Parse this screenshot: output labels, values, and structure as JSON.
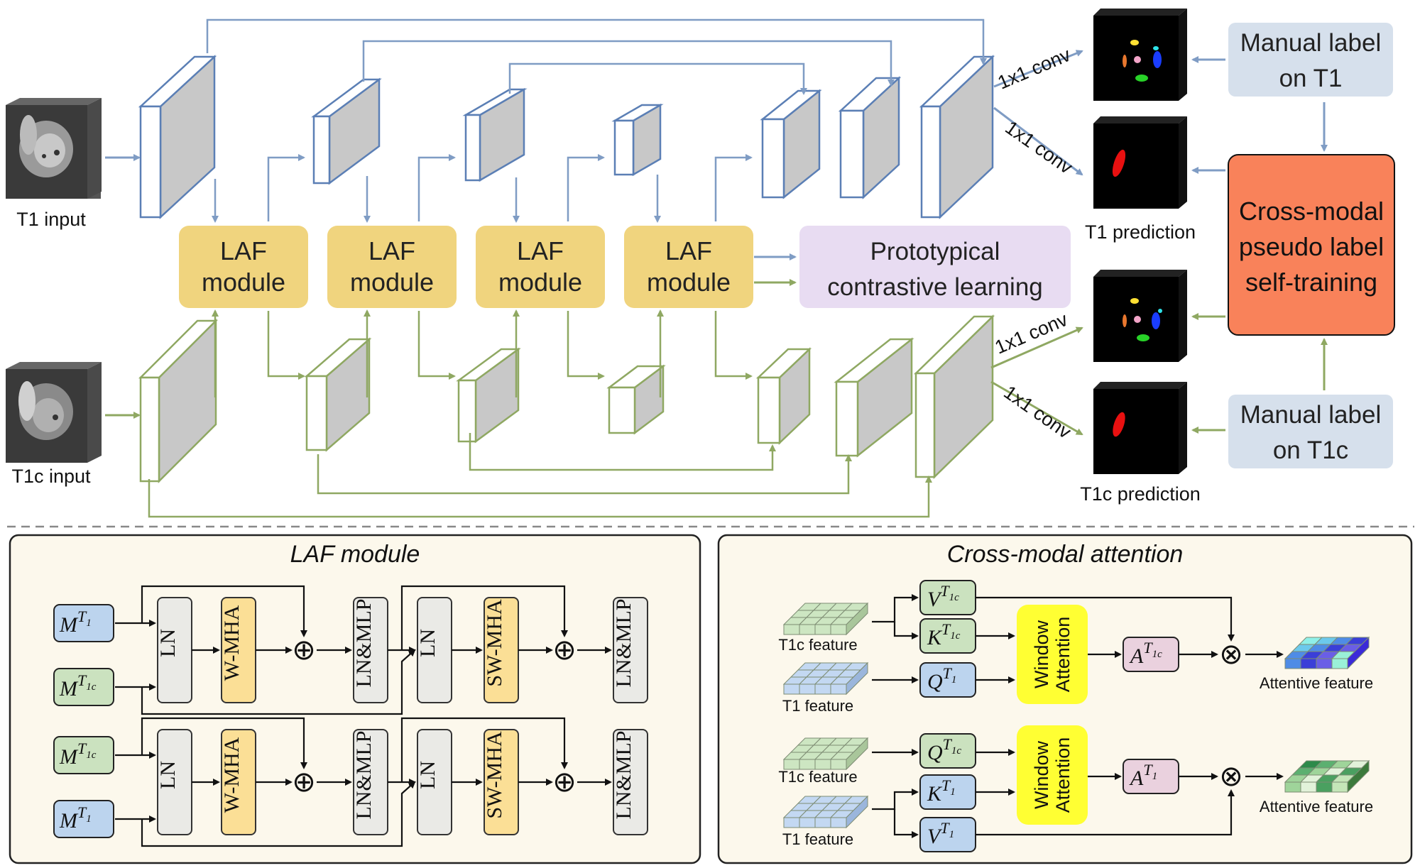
{
  "inputs": {
    "t1": "T1 input",
    "t1c": "T1c input"
  },
  "laf_blocks": [
    "LAF\nmodule",
    "LAF\nmodule",
    "LAF\nmodule",
    "LAF\nmodule"
  ],
  "laf_line1": "LAF",
  "laf_line2": "module",
  "proto": {
    "line1": "Prototypical",
    "line2": "contrastive learning"
  },
  "conv_labels": [
    "1x1 conv",
    "1x1 conv",
    "1x1 conv",
    "1x1 conv"
  ],
  "predictions": {
    "t1": "T1 prediction",
    "t1c": "T1c prediction"
  },
  "manual_t1": {
    "line1": "Manual label",
    "line2": "on T1"
  },
  "manual_t1c": {
    "line1": "Manual label",
    "line2": "on T1c"
  },
  "selftrain": {
    "line1": "Cross-modal",
    "line2": "pseudo label",
    "line3": "self-training"
  },
  "laf_panel": {
    "title": "LAF module",
    "m_t1": "M",
    "m_t1c": "M",
    "sup_t1": "T",
    "sub_1": "1",
    "sub_1c": "1c",
    "ln": "LN",
    "wmha": "W-MHA",
    "lnmlp": "LN&MLP",
    "swmha": "SW-MHA",
    "oplus": "⊕"
  },
  "attn_panel": {
    "title": "Cross-modal attention",
    "t1c_feature": "T1c feature",
    "t1_feature": "T1 feature",
    "window_attention_1": "Window",
    "window_attention_2": "Attention",
    "attentive_feature": "Attentive feature",
    "v": "V",
    "k": "K",
    "q": "Q",
    "a": "A",
    "otimes": "⊗"
  },
  "colors": {
    "blue_line": "#7f9cc4",
    "green_line": "#8fa862",
    "laf_fill": "#f0d47e",
    "proto_fill": "#e8dcf2",
    "manual_fill": "#d6e0ec",
    "selftrain_fill": "#f9825a",
    "panel_fill": "#fcf8ec",
    "m_t1_fill": "#bcd4ee",
    "m_t1c_fill": "#cbe2bf",
    "ln_fill": "#eaeae6",
    "mha_fill": "#fbdf96",
    "window_fill": "#ffff33",
    "a_fill": "#ead1de"
  }
}
